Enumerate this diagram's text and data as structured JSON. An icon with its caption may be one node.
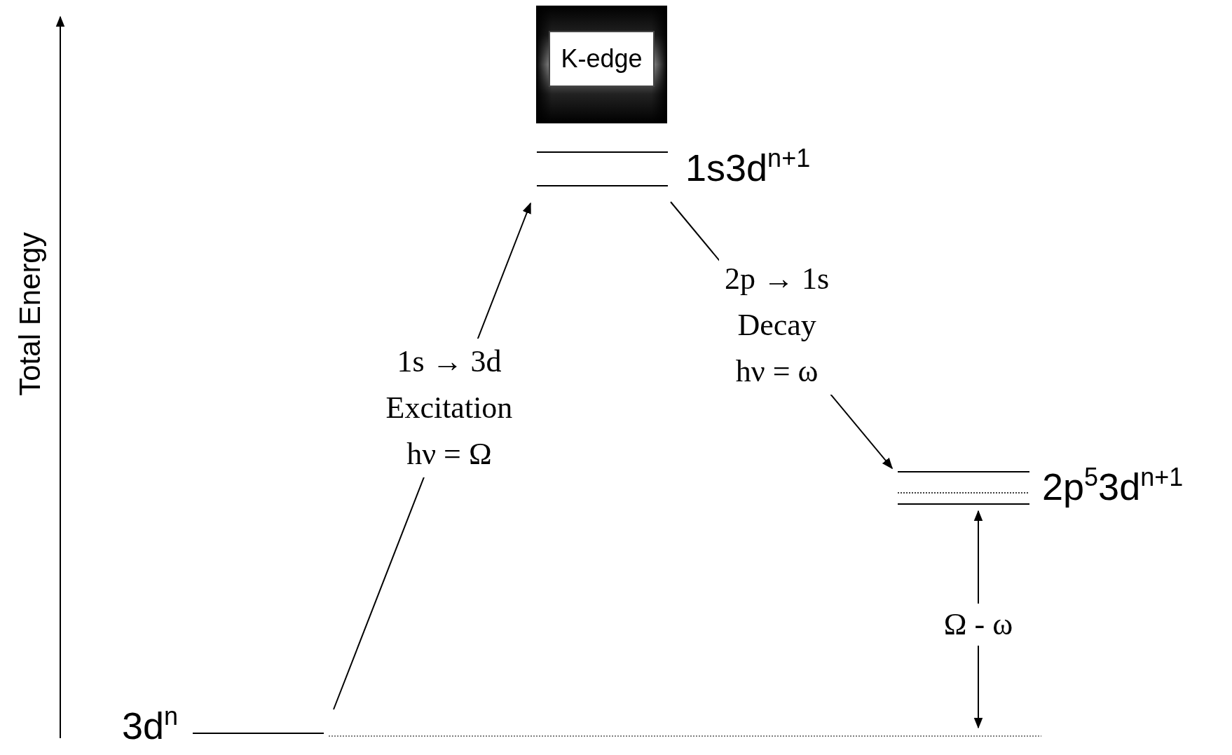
{
  "diagram": {
    "nodes": [
      {
        "text": [
          "K-edge"
        ]
      },
      {
        "text": [
          "1s3d$^{n+1}$"
        ]
      },
      {
        "text": [
          "2p$^{5}$3d$^{n+1}$"
        ]
      },
      {
        "text": [
          "3d$^{n}$"
        ]
      }
    ],
    "edges": [
      {
        "from": 3,
        "to": 1,
        "arrow": "to",
        "label": "1s → 3d Excitation hν = Ω"
      },
      {
        "from": 1,
        "to": 2,
        "arrow": "to",
        "label": "2p → 1s Decay hν = ω"
      }
    ],
    "labels": [
      "Total Energy",
      "Ω - ω"
    ]
  }
}
